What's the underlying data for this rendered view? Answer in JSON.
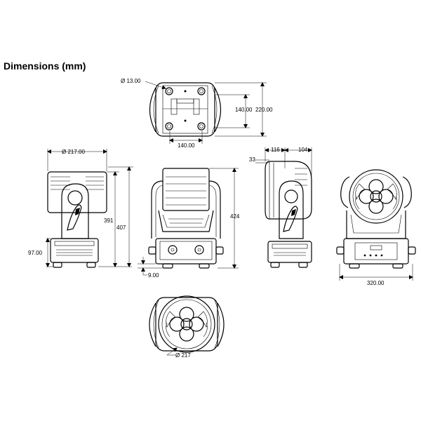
{
  "title": "Dimensions (mm)",
  "top_view": {
    "hole_diameter": "Ø 13.00",
    "inner_height": "140.00",
    "outer_height": "220.00",
    "width": "140.00"
  },
  "left_view": {
    "width": "Ø 217.00",
    "arm_height": "391",
    "total_height": "407",
    "base_height": "97.00"
  },
  "front_view": {
    "height": "424",
    "foot": "9.00"
  },
  "side_view": {
    "top_left": "33",
    "depth_front": "116",
    "depth_back": "104"
  },
  "back_view": {
    "width": "320.00"
  },
  "bottom_view": {
    "diameter": "Ø 217"
  }
}
